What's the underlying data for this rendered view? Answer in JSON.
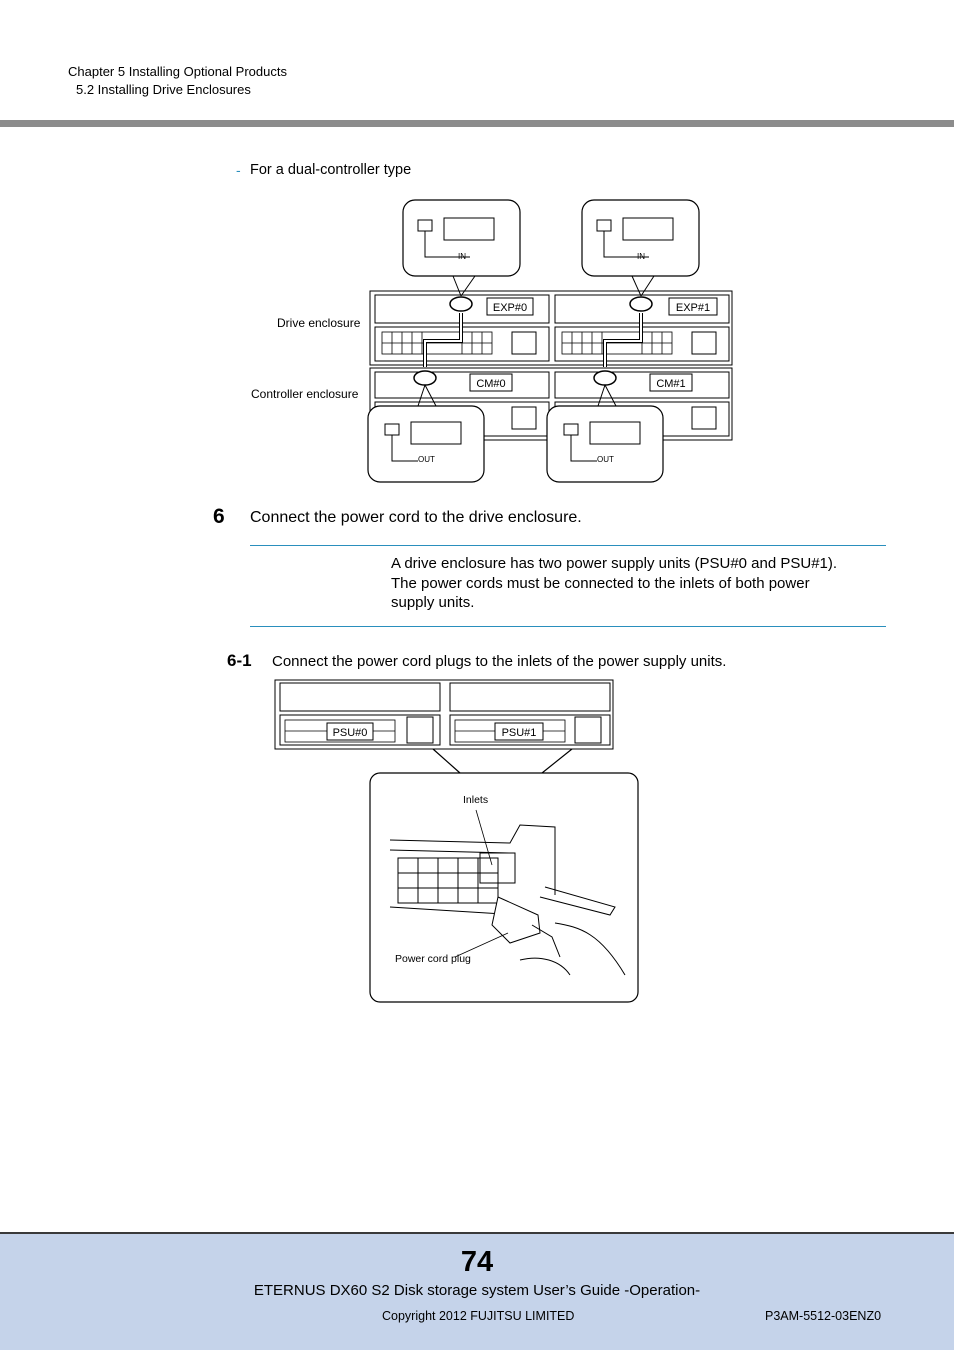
{
  "header": {
    "chapter": "Chapter 5  Installing Optional Products",
    "section": "5.2  Installing Drive Enclosures"
  },
  "bullet": {
    "dash": "-",
    "text": "For a dual-controller type"
  },
  "figure1": {
    "label_drive": "Drive enclosure",
    "label_controller": "Controller enclosure",
    "exp0": "EXP#0",
    "exp1": "EXP#1",
    "cm0": "CM#0",
    "cm1": "CM#1",
    "port_in": "IN",
    "port_out": "OUT"
  },
  "step6": {
    "number": "6",
    "text": "Connect the power cord to the drive enclosure.",
    "note_line1": "A drive enclosure has two power supply units (PSU#0 and PSU#1).",
    "note_line2": "The power cords must be connected to the inlets of both power",
    "note_line3": "supply units."
  },
  "step6_1": {
    "number": "6-1",
    "text": "Connect the power cord plugs to the inlets of the power supply units."
  },
  "figure2": {
    "psu0": "PSU#0",
    "psu1": "PSU#1",
    "inlets": "Inlets",
    "plug": "Power cord plug"
  },
  "footer": {
    "page_number": "74",
    "title": "ETERNUS DX60 S2 Disk storage system User’s Guide -Operation-",
    "copyright": "Copyright 2012 FUJITSU LIMITED",
    "doc_code": "P3AM-5512-03ENZ0"
  }
}
